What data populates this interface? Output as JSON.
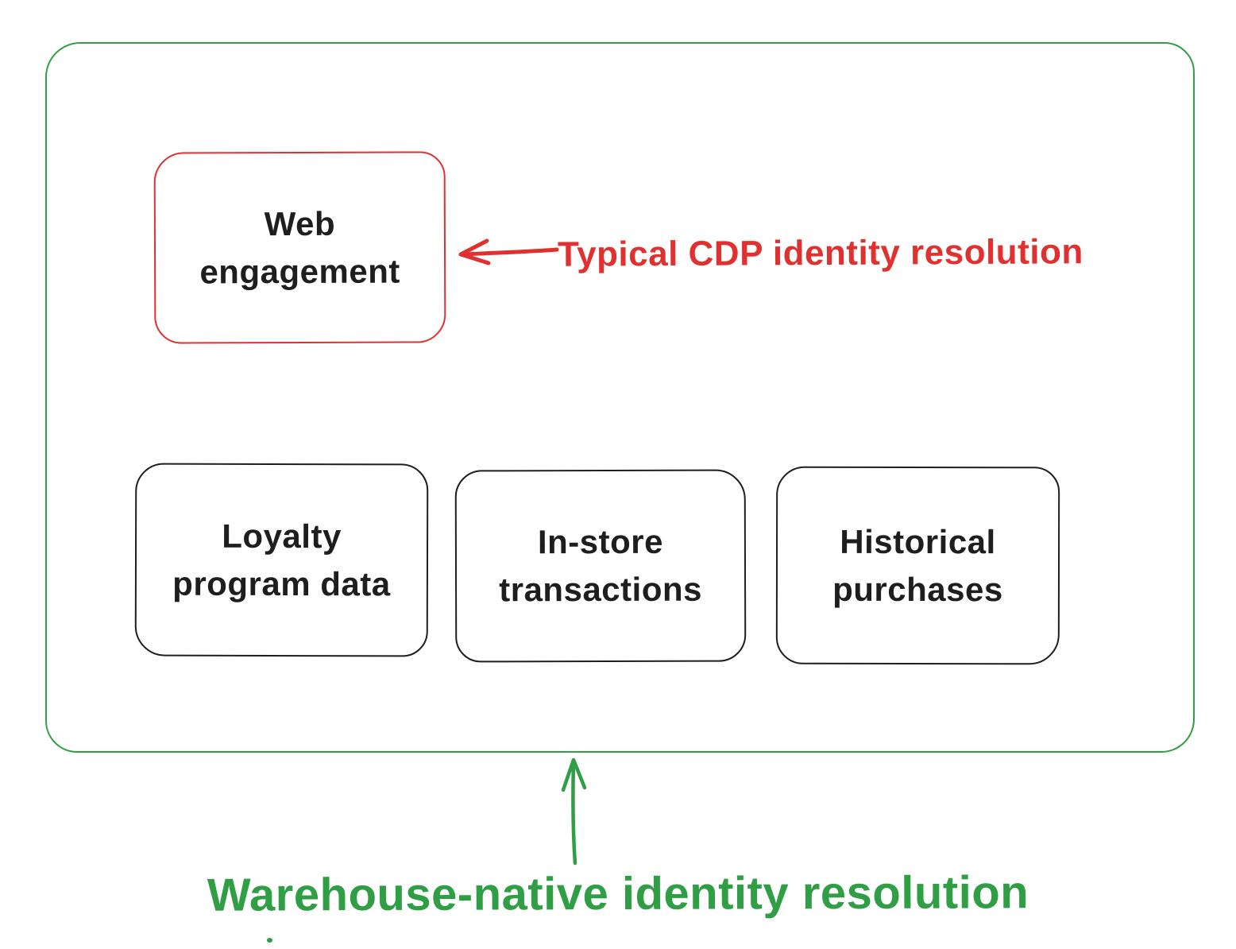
{
  "colors": {
    "green": "#2f9e44",
    "red": "#e03131",
    "ink": "#1e1e1e",
    "background": "#ffffff"
  },
  "nodes": {
    "web_engagement": {
      "label": "Web\nengagement",
      "border_color": "#e03131"
    },
    "loyalty_program": {
      "label": "Loyalty\nprogram data",
      "border_color": "#1e1e1e"
    },
    "in_store": {
      "label": "In-store\ntransactions",
      "border_color": "#1e1e1e"
    },
    "historical": {
      "label": "Historical\npurchases",
      "border_color": "#1e1e1e"
    }
  },
  "annotations": {
    "cdp": {
      "text": "Typical CDP identity resolution",
      "color": "#e03131",
      "arrow_direction": "left"
    },
    "warehouse": {
      "text": "Warehouse-native identity resolution",
      "color": "#2f9e44",
      "arrow_direction": "up"
    }
  }
}
